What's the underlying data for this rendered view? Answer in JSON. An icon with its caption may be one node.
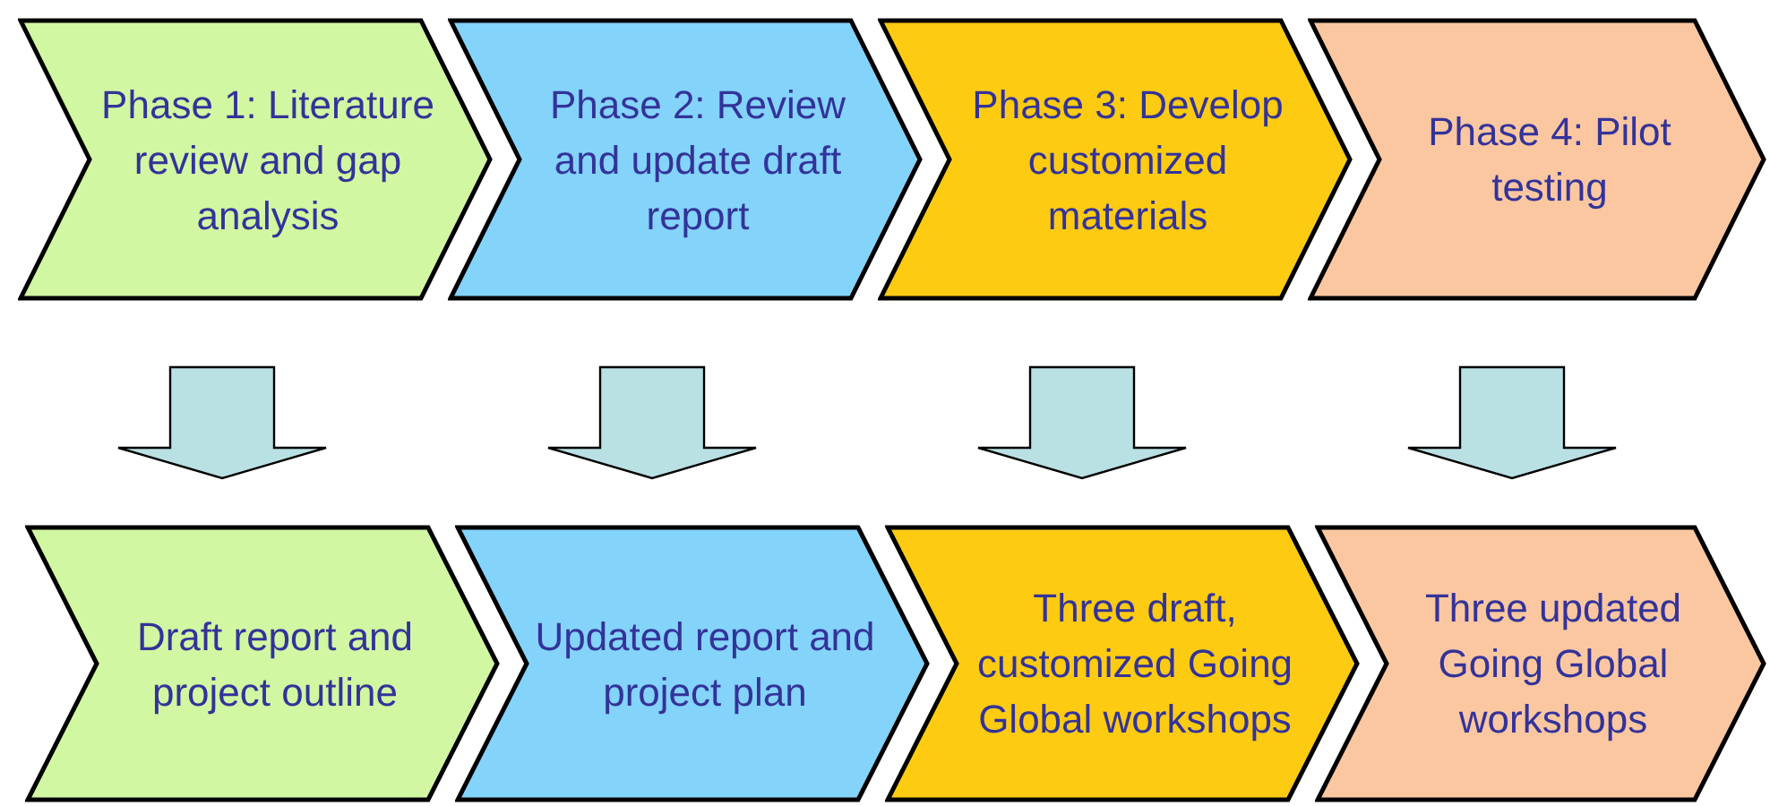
{
  "diagram": {
    "nodes": [
      {
        "text": [
          "Phase 1: Literature review and gap analysis"
        ]
      },
      {
        "text": [
          "Phase 2: Review and update draft report"
        ]
      },
      {
        "text": [
          "Phase 3: Develop customized materials"
        ]
      },
      {
        "text": [
          "Phase 4: Pilot testing"
        ]
      },
      {
        "text": [
          "Draft report and project outline"
        ]
      },
      {
        "text": [
          "Updated report and project plan"
        ]
      },
      {
        "text": [
          "Three draft, customized Going Global workshops"
        ]
      },
      {
        "text": [
          "Three updated Going Global workshops"
        ]
      }
    ],
    "edges": [
      {
        "from": 0,
        "to": 4,
        "arrow": "to"
      },
      {
        "from": 1,
        "to": 5,
        "arrow": "to"
      },
      {
        "from": 2,
        "to": 6,
        "arrow": "to"
      },
      {
        "from": 3,
        "to": 7,
        "arrow": "to"
      }
    ]
  }
}
